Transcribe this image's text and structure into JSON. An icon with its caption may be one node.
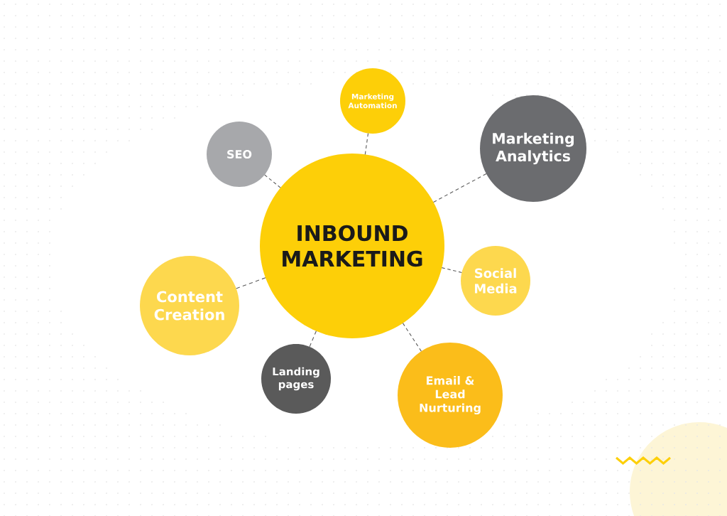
{
  "diagram": {
    "nodes": [
      {
        "text": [
          "INBOUND MARKETING"
        ]
      },
      {
        "text": [
          "Marketing Automation"
        ]
      },
      {
        "text": [
          "SEO"
        ]
      },
      {
        "text": [
          "Marketing Analytics"
        ]
      },
      {
        "text": [
          "Social Media"
        ]
      },
      {
        "text": [
          "Content Creation"
        ]
      },
      {
        "text": [
          "Landing pages"
        ]
      },
      {
        "text": [
          "Email & Lead Nurturing"
        ]
      }
    ],
    "edges": [
      {
        "from": 0,
        "to": 1,
        "arrow": "none",
        "style": "dashed"
      },
      {
        "from": 0,
        "to": 2,
        "arrow": "none",
        "style": "dashed"
      },
      {
        "from": 0,
        "to": 3,
        "arrow": "none",
        "style": "dashed"
      },
      {
        "from": 0,
        "to": 4,
        "arrow": "none",
        "style": "dashed"
      },
      {
        "from": 0,
        "to": 5,
        "arrow": "none",
        "style": "dashed"
      },
      {
        "from": 0,
        "to": 6,
        "arrow": "none",
        "style": "dashed"
      },
      {
        "from": 0,
        "to": 7,
        "arrow": "none",
        "style": "dashed"
      }
    ]
  }
}
